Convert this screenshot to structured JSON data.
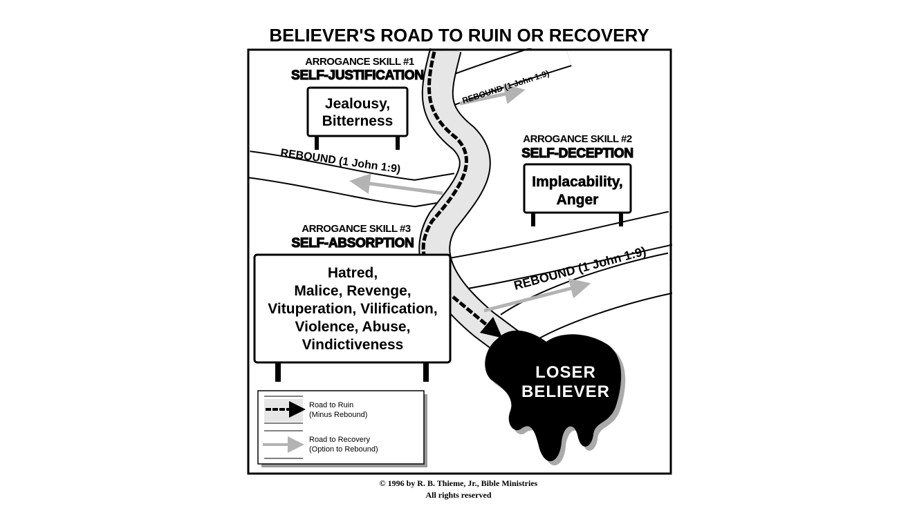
{
  "title": "BELIEVER'S ROAD TO RUIN OR RECOVERY",
  "skills": [
    {
      "label": "ARROGANCE SKILL #1",
      "name": "SELF-JUSTIFICATION",
      "sign": [
        "Jealousy,",
        "Bitterness"
      ]
    },
    {
      "label": "ARROGANCE SKILL #2",
      "name": "SELF-DECEPTION",
      "sign": [
        "Implacability,",
        "Anger"
      ]
    },
    {
      "label": "ARROGANCE SKILL #3",
      "name": "SELF-ABSORPTION",
      "sign": [
        "Hatred,",
        "Malice, Revenge,",
        "Vituperation, Vilification,",
        "Violence, Abuse,",
        "Vindictiveness"
      ]
    }
  ],
  "rebound_labels": [
    "REBOUND (1 John 1:9)",
    "REBOUND (1 John 1:9)",
    "REBOUND (1 John 1:9)"
  ],
  "destination": [
    "LOSER",
    "BELIEVER"
  ],
  "legend": {
    "ruin": [
      "Road to Ruin",
      "(Minus Rebound)"
    ],
    "recovery": [
      "Road to Recovery",
      "(Option to Rebound)"
    ]
  },
  "colors": {
    "road": "#e6e6e6",
    "recovery_arrow": "#b3b3b3",
    "ink": "#000000"
  },
  "copyright": "© 1996 by R. B. Thieme, Jr., Bible Ministries",
  "rights": "All rights reserved"
}
